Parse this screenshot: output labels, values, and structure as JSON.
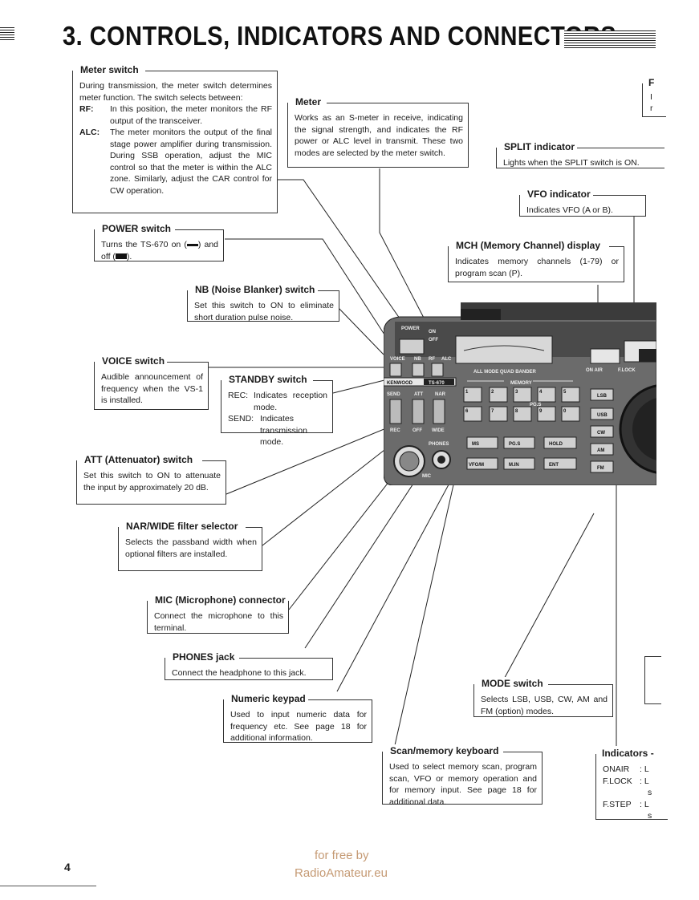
{
  "header": {
    "title": "3. CONTROLS, INDICATORS AND CONNECTORS"
  },
  "callouts": {
    "meter_switch": {
      "heading": "Meter switch",
      "intro": "During transmission, the meter switch determines meter function. The switch selects between:",
      "items": [
        {
          "key": "RF:",
          "text": "In this position, the meter monitors the RF output of the transceiver."
        },
        {
          "key": "ALC:",
          "text": "The meter monitors the output of the final stage power amplifier during transmission. During SSB operation, adjust the MIC control so that the meter is within the ALC zone. Similarly, adjust the CAR control for CW operation."
        }
      ]
    },
    "meter": {
      "heading": "Meter",
      "text": "Works as an S-meter in receive, indicating the signal strength, and indicates the RF power or ALC level in transmit. These two modes are selected by the meter switch."
    },
    "split": {
      "heading": "SPLIT indicator",
      "text": "Lights when the SPLIT switch is ON."
    },
    "vfo": {
      "heading": "VFO indicator",
      "text": "Indicates VFO (A or B)."
    },
    "power": {
      "heading": "POWER switch",
      "text_a": "Turns the TS-670 on (",
      "text_b": ") and off (",
      "text_c": ")."
    },
    "mch": {
      "heading": "MCH (Memory Channel) display",
      "text": "Indicates memory channels (1-79) or program scan (P)."
    },
    "nb": {
      "heading": "NB (Noise Blanker) switch",
      "text": "Set this switch to ON to eliminate short duration pulse noise."
    },
    "voice": {
      "heading": "VOICE switch",
      "text": "Audible announcement of frequency when the VS-1 is installed."
    },
    "standby": {
      "heading": "STANDBY switch",
      "items": [
        {
          "key": "REC:",
          "text": "Indicates reception mode."
        },
        {
          "key": "SEND:",
          "text": "Indicates transmission mode."
        }
      ]
    },
    "att": {
      "heading": "ATT (Attenuator) switch",
      "text": "Set this switch to ON to attenuate the input by approximately 20 dB."
    },
    "nar": {
      "heading": "NAR/WIDE filter selector",
      "text": "Selects the passband width when optional filters are installed."
    },
    "mic": {
      "heading": "MIC (Microphone) connector",
      "text": "Connect the microphone to this terminal."
    },
    "phones": {
      "heading": "PHONES jack",
      "text": "Connect the headphone to this jack."
    },
    "numeric": {
      "heading": "Numeric keypad",
      "text": "Used to input numeric data for frequency etc. See page 18 for additional information."
    },
    "mode": {
      "heading": "MODE switch",
      "text": "Selects LSB, USB, CW, AM and FM (option) modes."
    },
    "scan": {
      "heading": "Scan/memory keyboard",
      "text": "Used to select memory scan, program scan, VFO or memory operation and for memory input. See page 18 for additional data."
    },
    "indicators": {
      "heading": "Indicators",
      "rows": [
        {
          "key": "ONAIR",
          "text": ": L"
        },
        {
          "key": "F.LOCK",
          "text": ": L"
        },
        {
          "key": "",
          "text": "s"
        },
        {
          "key": "F.STEP",
          "text": ": L"
        },
        {
          "key": "",
          "text": "s"
        }
      ]
    },
    "cut_top": {
      "heading": "F",
      "l1": "I",
      "l2": "r"
    }
  },
  "panel": {
    "brand": "KENWOOD",
    "model": "TS-670",
    "band_label": "ALL MODE QUAD BANDER",
    "memory_label": "MEMORY",
    "pgs_label": "PG.S",
    "power": "POWER",
    "voice": "VOICE",
    "nb": "NB",
    "rf": "RF",
    "alc": "ALC",
    "on": "ON",
    "off": "OFF",
    "send": "SEND",
    "att": "ATT",
    "nar": "NAR",
    "rec": "REC",
    "wide": "WIDE",
    "phones": "PHONES",
    "mic": "MIC",
    "onair": "ON AIR",
    "flock": "F.LOCK",
    "digits": [
      "1",
      "2",
      "3",
      "4",
      "5",
      "6",
      "7",
      "8",
      "9",
      "0"
    ],
    "keys": [
      "MS",
      "PG.S",
      "HOLD",
      "VFO/M",
      "M.IN",
      "ENT"
    ],
    "modes": [
      "LSB",
      "USB",
      "CW",
      "AM",
      "FM"
    ]
  },
  "footer": {
    "page_number": "4",
    "watermark_line1": "for free by",
    "watermark_line2": "RadioAmateur.eu"
  }
}
